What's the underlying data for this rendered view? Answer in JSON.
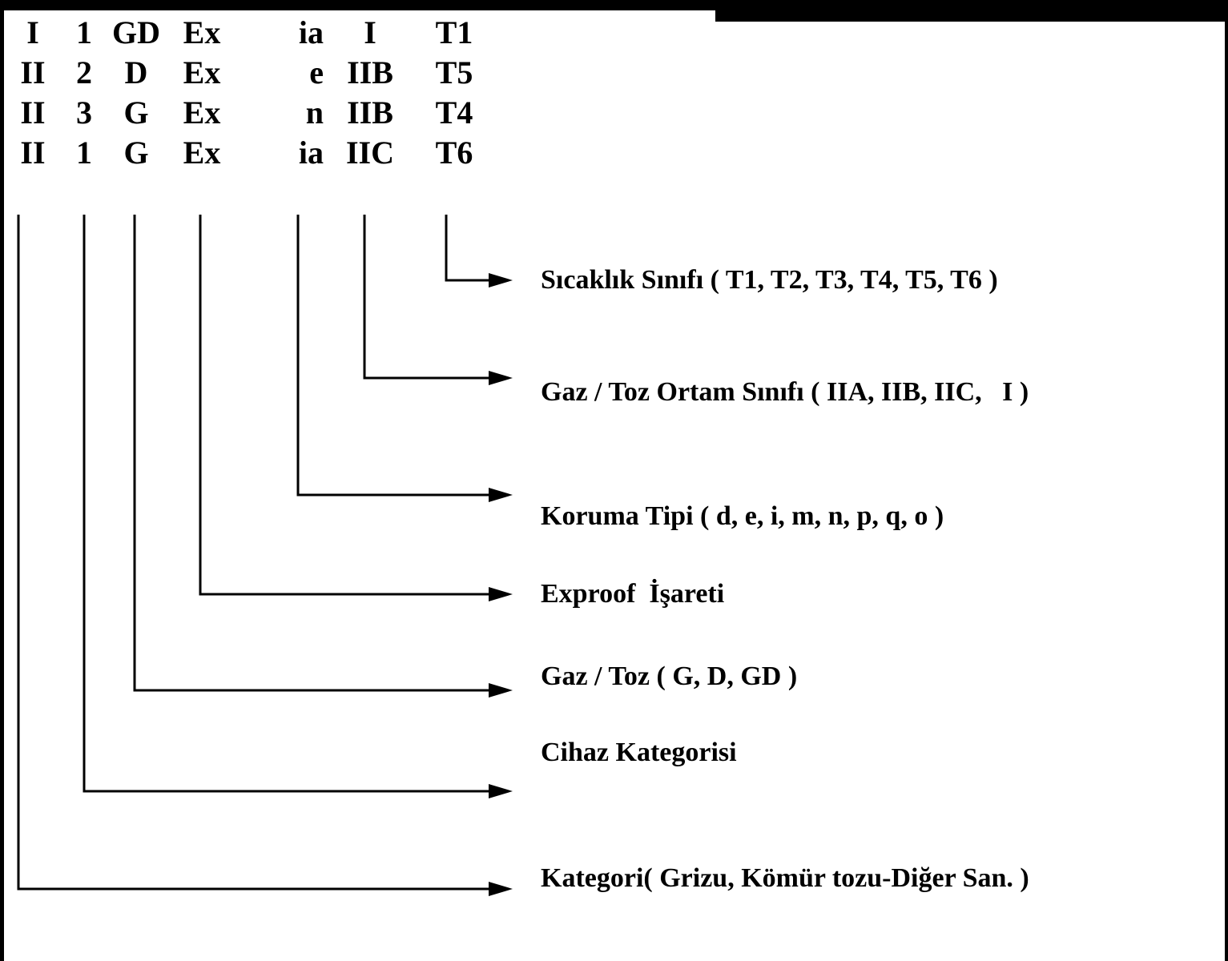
{
  "diagram": {
    "code_table": {
      "rows": [
        {
          "cols": [
            "I",
            "1",
            "GD",
            "Ex",
            "ia",
            "I",
            "T1"
          ]
        },
        {
          "cols": [
            "II",
            "2",
            "D",
            "Ex",
            "e",
            "IIB",
            "T5"
          ]
        },
        {
          "cols": [
            "II",
            "3",
            "G",
            "Ex",
            "n",
            "IIB",
            "T4"
          ]
        },
        {
          "cols": [
            "II",
            "1",
            "G",
            "Ex",
            "ia",
            "IIC",
            "T6"
          ]
        }
      ]
    },
    "labels": [
      {
        "text": "Sıcaklık Sınıfı ( T1, T2, T3, T4, T5, T6 )"
      },
      {
        "text": "Gaz / Toz Ortam Sınıfı ( IIA, IIB, IIC,   I )"
      },
      {
        "text": "Koruma Tipi ( d, e, i, m, n, p, q, o )"
      },
      {
        "text": "Exproof  İşareti"
      },
      {
        "text": "Gaz / Toz ( G, D, GD )"
      },
      {
        "text": "Cihaz Kategorisi"
      },
      {
        "text": "Kategori( Grizu, Kömür tozu-Diğer San. )"
      }
    ],
    "colors": {
      "line": "#000000",
      "background": "#ffffff"
    }
  }
}
